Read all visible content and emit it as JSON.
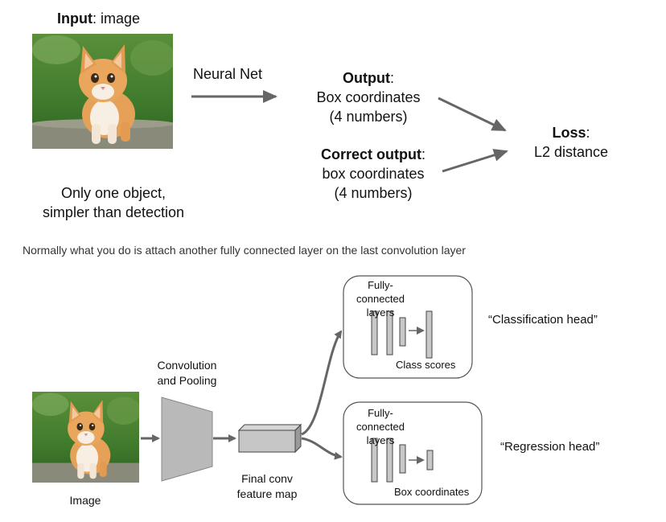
{
  "top": {
    "input_bold": "Input",
    "input_rest": ": image",
    "neural_net": "Neural Net",
    "output_bold": "Output",
    "output_colon": ":",
    "output_line1": "Box coordinates",
    "output_line2": "(4 numbers)",
    "correct_bold": "Correct output",
    "correct_colon": ":",
    "correct_line1": "box coordinates",
    "correct_line2": "(4 numbers)",
    "loss_bold": "Loss",
    "loss_colon": ":",
    "loss_line1": "L2 distance",
    "caption_line1": "Only one object,",
    "caption_line2": "simpler than detection"
  },
  "note": "Normally what you do is attach another fully connected layer on the last convolution layer",
  "bottom": {
    "conv_line1": "Convolution",
    "conv_line2": "and Pooling",
    "image_label": "Image",
    "feature_line1": "Final conv",
    "feature_line2": "feature map",
    "head1_title_line1": "Fully-connected",
    "head1_title_line2": "layers",
    "head1_bottom": "Class scores",
    "head1_quote": "“Classification head”",
    "head2_title_line1": "Fully-connected",
    "head2_title_line2": "layers",
    "head2_bottom": "Box coordinates",
    "head2_quote": "“Regression head”"
  },
  "colors": {
    "arrow": "#666666",
    "box_border": "#555555",
    "layer_fill": "#c8c8c8",
    "trapezoid": "#b9b9b9"
  }
}
